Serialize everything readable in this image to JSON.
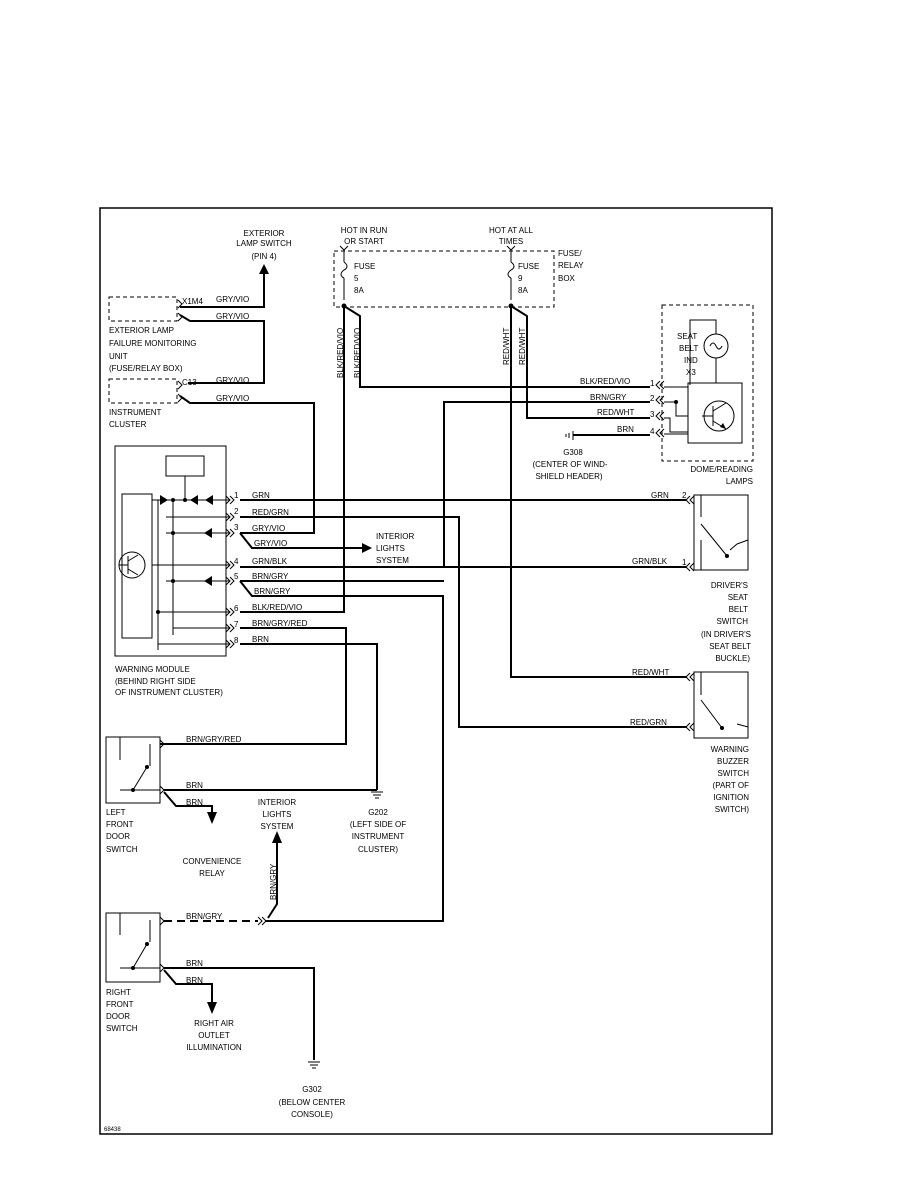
{
  "exterior_lamp_switch": [
    "EXTERIOR",
    "LAMP SWITCH",
    "(PIN 4)"
  ],
  "hot_run": [
    "HOT IN RUN",
    "OR START"
  ],
  "hot_all": [
    "HOT AT ALL",
    "TIMES"
  ],
  "fuse5": [
    "FUSE",
    "5",
    "8A"
  ],
  "fuse9": [
    "FUSE",
    "9",
    "8A"
  ],
  "fuse_relay_box": [
    "FUSE/",
    "RELAY",
    "BOX"
  ],
  "x1m4": "X1M4",
  "c13": "C13",
  "elfmu": [
    "EXTERIOR LAMP",
    "FAILURE MONITORING",
    "UNIT",
    "(FUSE/RELAY BOX)"
  ],
  "instrument_cluster": [
    "INSTRUMENT",
    "CLUSTER"
  ],
  "seat_belt_ind": [
    "SEAT",
    "BELT",
    "IND",
    "X3"
  ],
  "dome_reading": [
    "DOME/READING",
    "LAMPS"
  ],
  "g308": [
    "G308",
    "(CENTER OF WIND-",
    "SHIELD HEADER)"
  ],
  "interior_lights_1": [
    "INTERIOR",
    "LIGHTS",
    "SYSTEM"
  ],
  "warning_module": [
    "WARNING MODULE",
    "(BEHIND RIGHT SIDE",
    "OF INSTRUMENT CLUSTER)"
  ],
  "drivers_seat": [
    "DRIVER'S",
    "SEAT",
    "BELT",
    "SWITCH",
    "(IN DRIVER'S",
    "SEAT BELT",
    "BUCKLE)"
  ],
  "warning_buzzer": [
    "WARNING",
    "BUZZER",
    "SWITCH",
    "(PART OF",
    "IGNITION",
    "SWITCH)"
  ],
  "left_front_door": [
    "LEFT",
    "FRONT",
    "DOOR",
    "SWITCH"
  ],
  "convenience_relay": [
    "CONVENIENCE",
    "RELAY"
  ],
  "interior_lights_2": [
    "INTERIOR",
    "LIGHTS",
    "SYSTEM"
  ],
  "g202": [
    "G202",
    "(LEFT SIDE OF",
    "INSTRUMENT",
    "CLUSTER)"
  ],
  "right_front_door": [
    "RIGHT",
    "FRONT",
    "DOOR",
    "SWITCH"
  ],
  "right_air_outlet": [
    "RIGHT AIR",
    "OUTLET",
    "ILLUMINATION"
  ],
  "g302": [
    "G302",
    "(BELOW CENTER",
    "CONSOLE)"
  ],
  "figure_id": "68438",
  "module_pins": [
    "1",
    "2",
    "3",
    "4",
    "5",
    "6",
    "7",
    "8"
  ],
  "dome_pins": [
    "1",
    "2",
    "3",
    "4"
  ],
  "seat_pins": [
    "2",
    "1"
  ],
  "wires": {
    "gry_vio": "GRY/VIO",
    "blk_red_vio": "BLK/RED/VIO",
    "red_wht": "RED/WHT",
    "blk_red_vio_dome": "BLK/RED/VIO",
    "brn_gry": "BRN/GRY",
    "brn": "BRN",
    "grn": "GRN",
    "red_grn": "RED/GRN",
    "grn_blk": "GRN/BLK",
    "blk_red_vio_6": "BLK/RED/VIO",
    "brn_gry_red": "BRN/GRY/RED"
  }
}
